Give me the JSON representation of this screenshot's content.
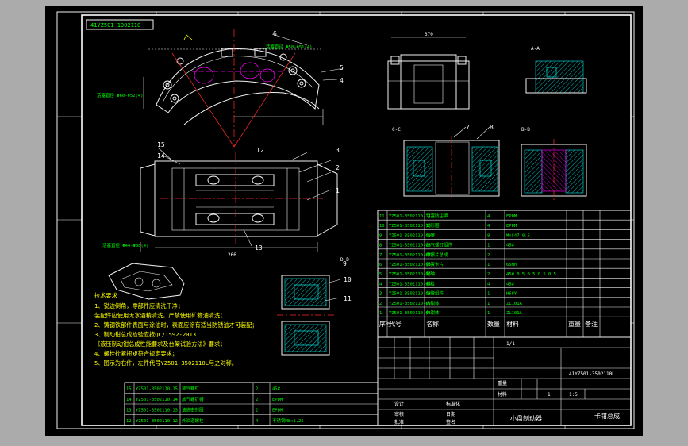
{
  "drawing": {
    "code_box": "41YZ501-1002110",
    "title": "小盘制动器",
    "title_block_right": "卡钳总成",
    "drawing_number": "41YZ501-3502110L",
    "scale": "1:5",
    "scale_label_1": "1",
    "sheet_label": "1/1"
  },
  "notes": {
    "title": "技术要求",
    "lines": [
      "1、锐边倒角，零部件应清洗干净；",
      "装配件应使用无水酒精清洗，严禁使用矿物油清洗；",
      "2、铸钢铁部件表面与涂油时，表面应涂有适当防锈油才可装配；",
      "3、制动钳总成检验应按QC/T592-2013",
      "《液压制动钳总成性能要求及台架试验方法》要求；",
      "4、螺栓拧紧扭矩符合规定要求；",
      "5、图示为右件，左件代号YZ501-3502110L与之对称。"
    ]
  },
  "balloons": [
    "15",
    "14",
    "12",
    "13",
    "11",
    "10",
    "9",
    "8",
    "7",
    "6",
    "5",
    "4",
    "3",
    "2",
    "1"
  ],
  "section_labels": [
    "A-A",
    "B-B",
    "C-C",
    "D-D"
  ],
  "dimensions": {
    "overall_width": "370",
    "body_width": "266",
    "piston_callout_top": "活塞直径 Φ58-Φ51(4)",
    "piston_callout_left": "活塞直径 Φ60-Φ52(4)",
    "piston_callout_bottom": "活塞直径 Φ44-Φ38(4)"
  },
  "parts_list": {
    "headers": [
      "序号",
      "代号",
      "名称",
      "数量",
      "材料",
      "重量",
      "备注"
    ],
    "rows": [
      [
        "11",
        "YZ501-3502110-11",
        "活塞防尘罩",
        "4",
        "EPDM",
        "",
        ""
      ],
      [
        "10",
        "YZ501-3502110-10",
        "矩形圈",
        "4",
        "EPDM",
        "",
        ""
      ],
      [
        "9",
        "YZ501-3502110-09",
        "活塞",
        "8",
        "MnS47 0.5",
        "",
        ""
      ],
      [
        "8",
        "YZ501-3502110-08",
        "放气螺钉组件",
        "1",
        "45#",
        "",
        ""
      ],
      [
        "7",
        "YZ501-3502110-07",
        "摩擦片总成",
        "2",
        "",
        "",
        ""
      ],
      [
        "6",
        "YZ501-3502110-06",
        "弹簧卡片",
        "1",
        "65Mn",
        "",
        ""
      ],
      [
        "5",
        "YZ501-3502110-05",
        "销轴",
        "2",
        "45# 0.5 0.5 0.5 0.5",
        "",
        ""
      ],
      [
        "4",
        "YZ501-3502110-04",
        "螺栓",
        "4",
        "45#",
        "",
        ""
      ],
      [
        "3",
        "YZ501-3502110-03",
        "油管组件",
        "1",
        "H68Y",
        "",
        ""
      ],
      [
        "2",
        "YZ501-3502110-02",
        "内钳体",
        "1",
        "ZL101A",
        "",
        ""
      ],
      [
        "1",
        "YZ501-3502110-01",
        "外钳体",
        "1",
        "ZL101A",
        "",
        ""
      ]
    ]
  },
  "lower_list": {
    "rows": [
      [
        "15",
        "YZ501-3502110-15",
        "放气螺钉",
        "2",
        "45#"
      ],
      [
        "14",
        "YZ501-3502110-14",
        "放气螺钉帽",
        "2",
        "EPDM"
      ],
      [
        "13",
        "YZ501-3502110-13",
        "油道密封圈",
        "2",
        "EPDM"
      ],
      [
        "12",
        "YZ501-3502110-12",
        "外油道螺栓",
        "4",
        "不锈钢M8×1.25"
      ]
    ]
  },
  "title_block": {
    "designer": "设计",
    "checker": "审核",
    "approver": "批准",
    "standard": "标准化",
    "date": "日期",
    "mass": "重量",
    "material_label": "材料",
    "sign": "签名"
  },
  "colors": {
    "frame": "#ffffff",
    "text_green": "#00ff00",
    "text_yellow": "#ffff00",
    "hatch_cyan": "#00e5e5",
    "accent_magenta": "#ff00ff",
    "center_red": "#ff2a2a",
    "background": "#000000",
    "window_bg": "#ababab"
  }
}
